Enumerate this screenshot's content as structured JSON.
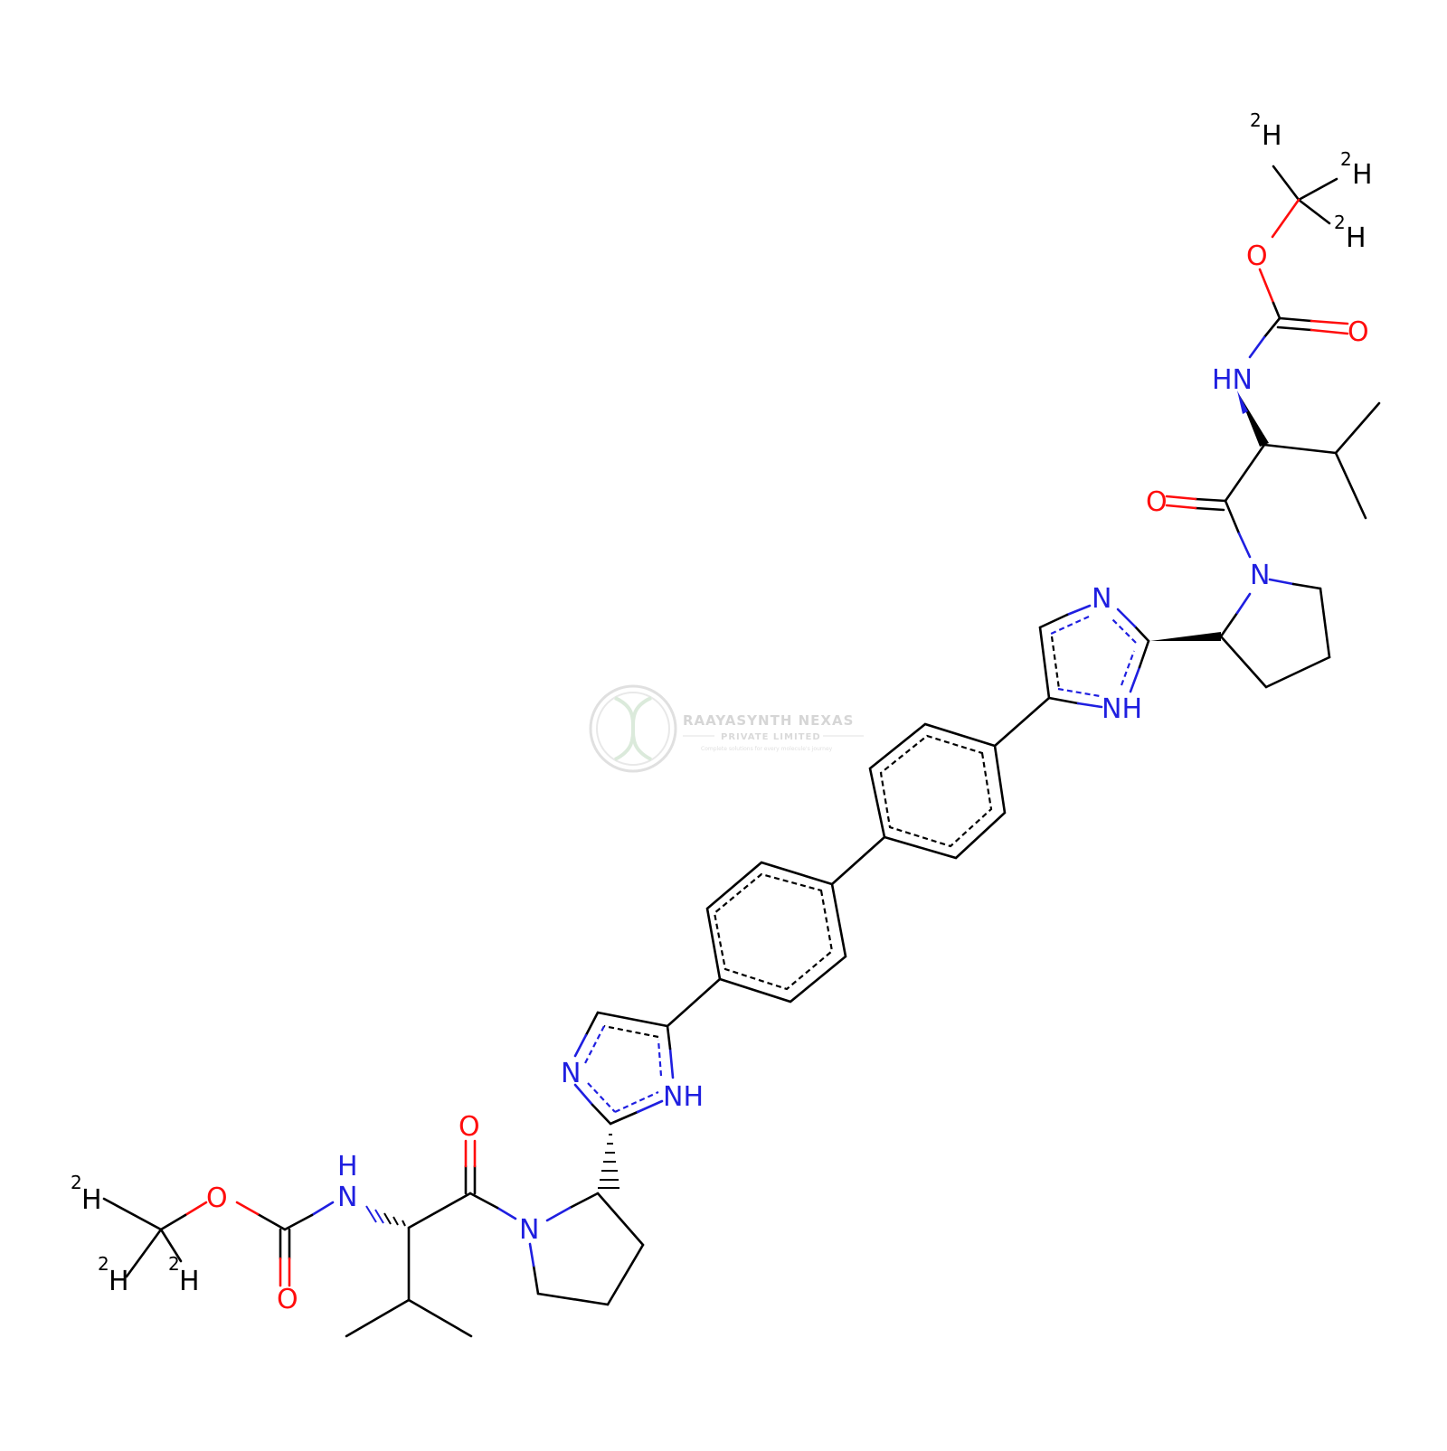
{
  "watermark": {
    "company": "RAAYASYNTH NEXAS",
    "subtitle": "PRIVATE LIMITED",
    "tagline": "Complete solutions for every molecule's journey"
  },
  "colors": {
    "carbon": "#000000",
    "nitrogen": "#1f1fe0",
    "oxygen": "#ff0d0d",
    "watermark": "#d2d2d2"
  },
  "atom_labels": {
    "deuterium": "H",
    "deuterium_mass": "2",
    "oxygen": "O",
    "nitrogen": "N",
    "amine_nh_right": "HN",
    "amine_nh_left_n": "N",
    "amine_nh_left_h": "H",
    "imidazole_nh": "NH"
  }
}
